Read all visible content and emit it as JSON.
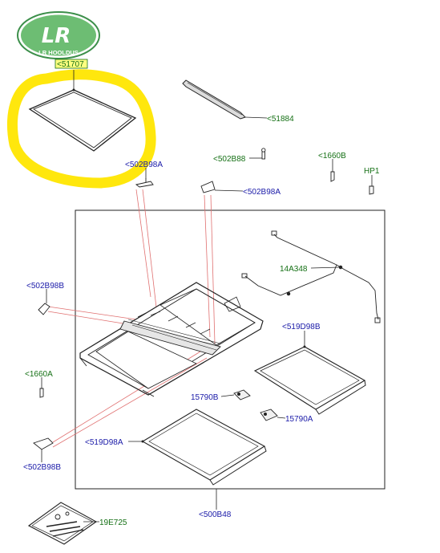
{
  "brand": {
    "logo_text": "LR",
    "logo_subtext": "LR HOOLDUS",
    "logo_color": "#3c8f4a",
    "logo_fill": "#6dbd73"
  },
  "colors": {
    "label_blue": "#1a1aa8",
    "label_green": "#157015",
    "leader": "#222222",
    "highlight": "#ffe600",
    "highlight_box": "#ffff80",
    "red_line": "#e07070"
  },
  "callouts": {
    "p51707": "<51707",
    "p51884": "<51884",
    "p502B98A_top": "<502B98A",
    "p502B88": "<502B88",
    "p1660B": "<1660B",
    "pHP1": "HP1",
    "p502B98A_right": "<502B98A",
    "p14A348": "14A348",
    "p502B98B_top": "<502B98B",
    "p519D98B": "<519D98B",
    "p1660A": "<1660A",
    "p15790B": "15790B",
    "p15790A": "15790A",
    "p519D98A": "<519D98A",
    "p502B98B_bottom": "<502B98B",
    "p500B48": "<500B48",
    "p19E725": "19E725"
  }
}
